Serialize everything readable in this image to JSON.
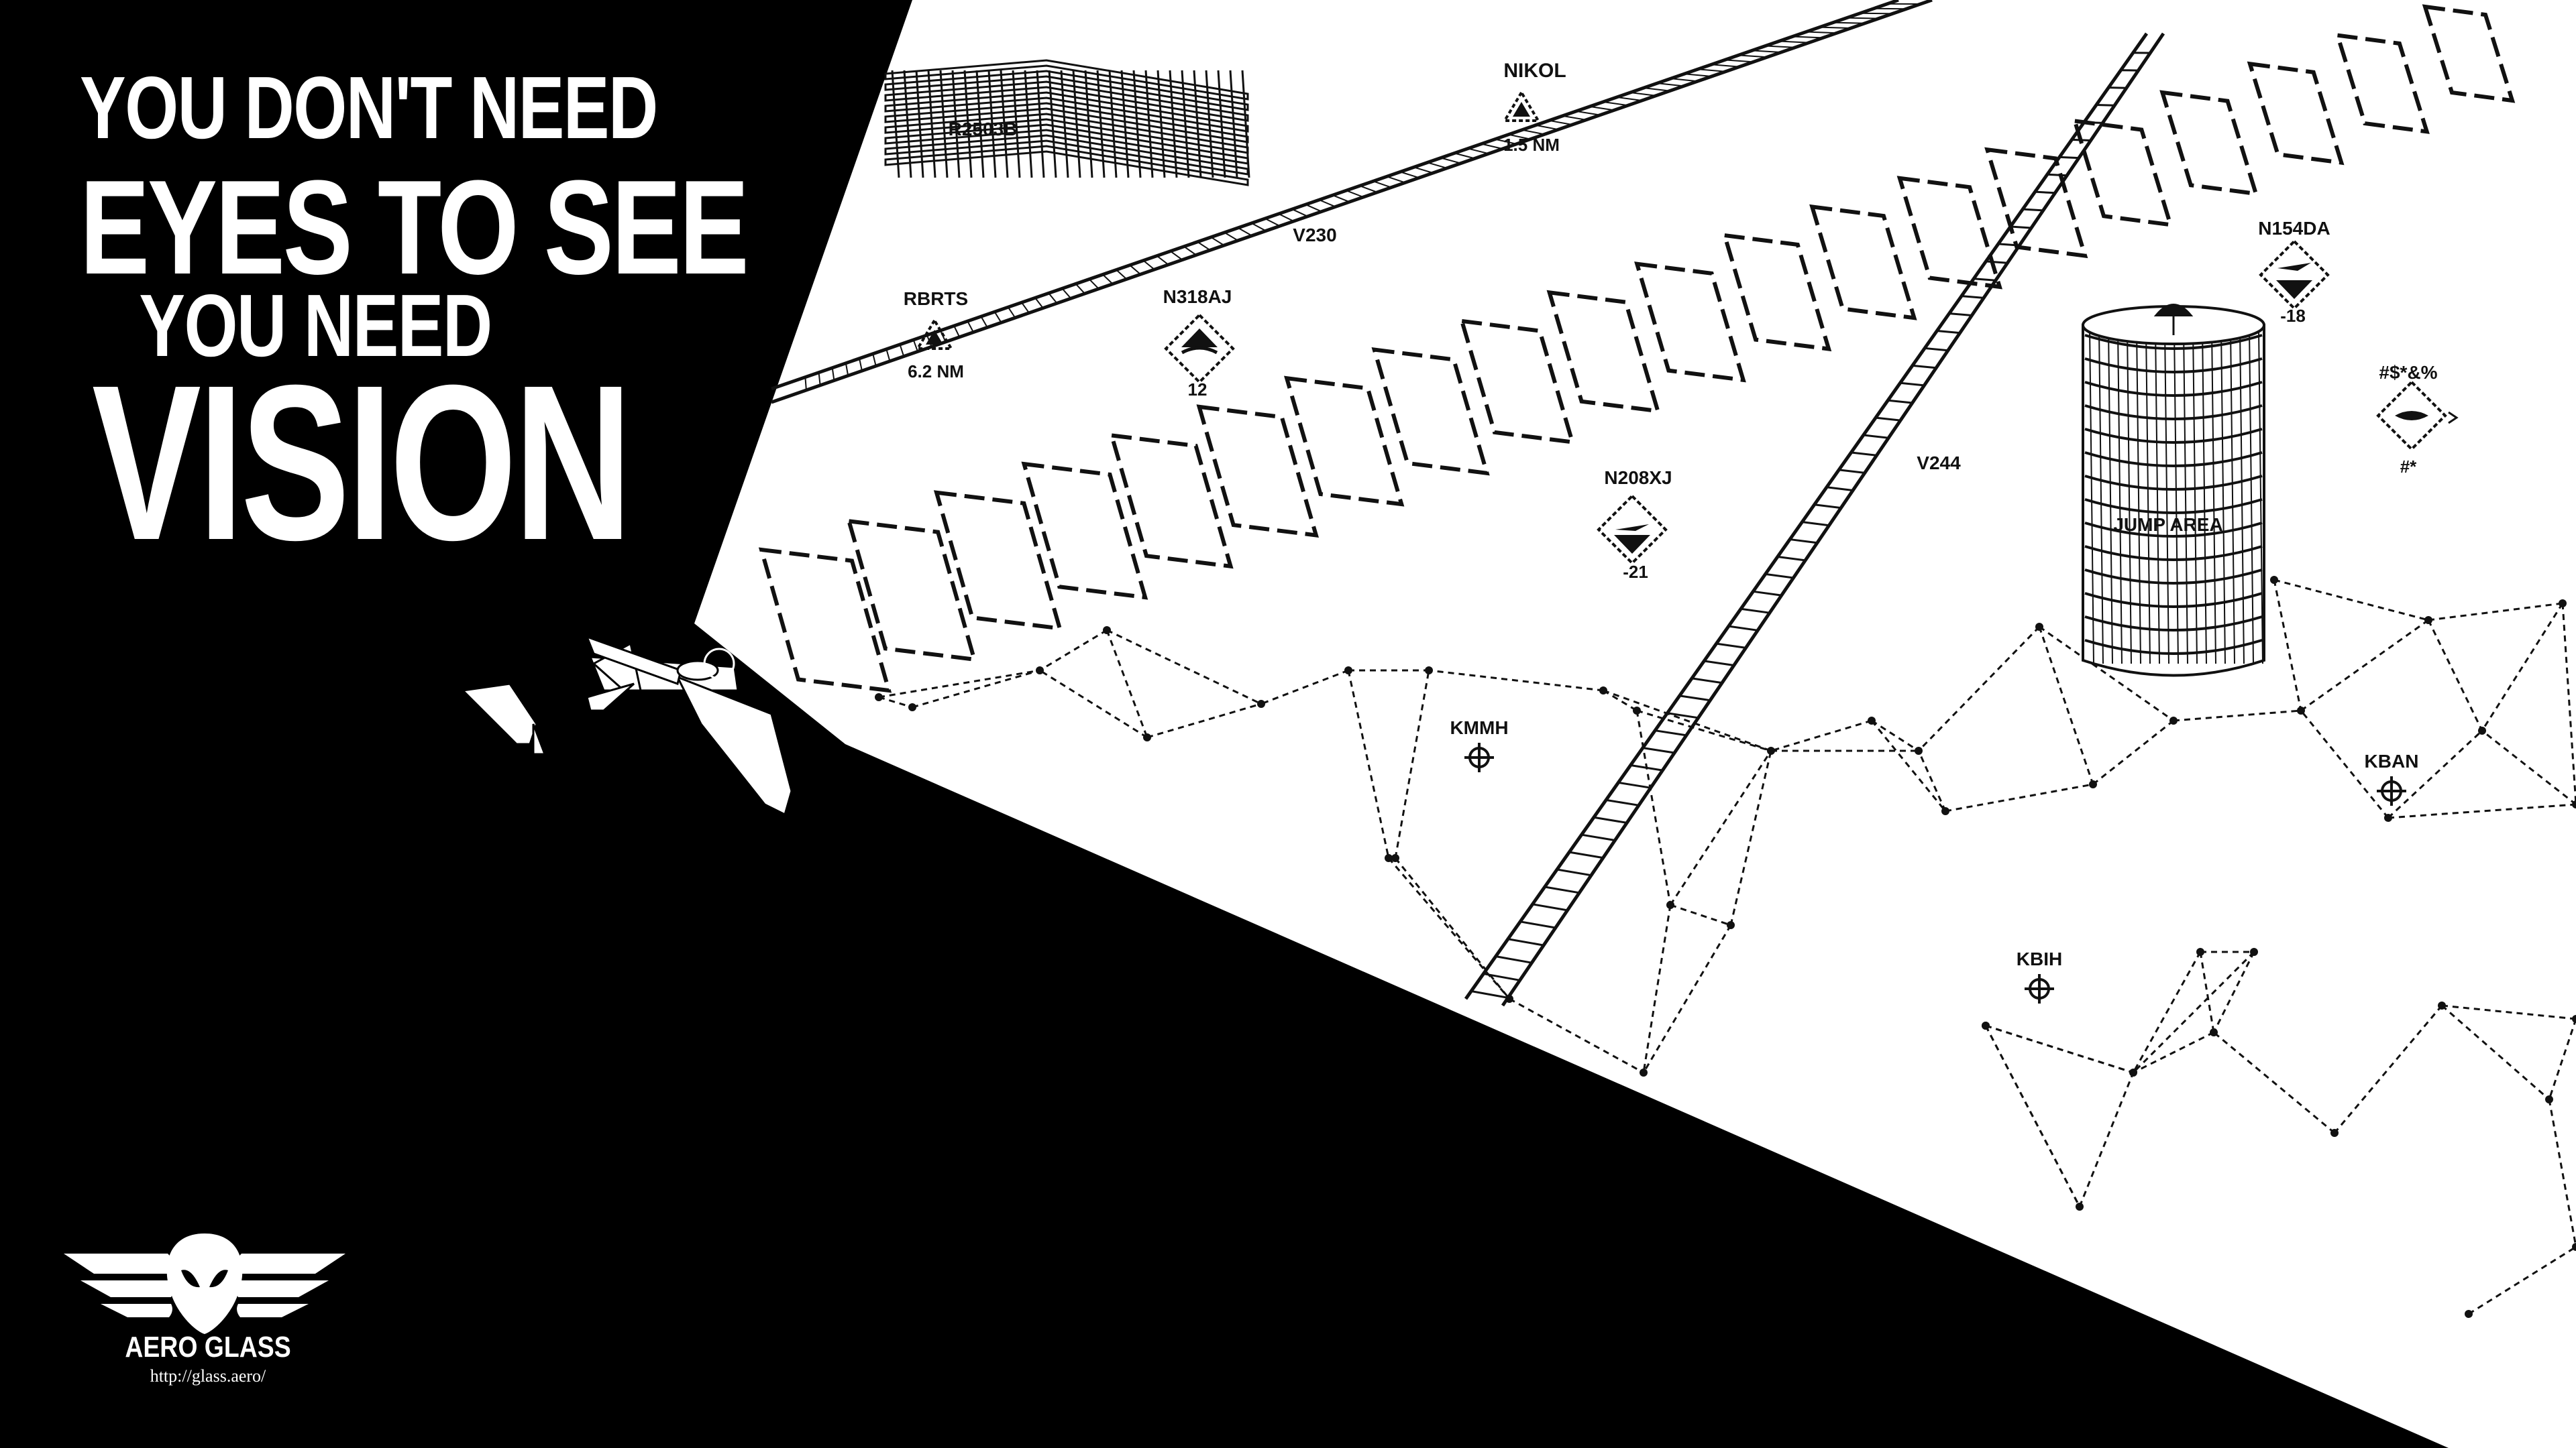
{
  "headline": {
    "line1": "YOU DON'T NEED",
    "line2": "EYES TO SEE",
    "line3": "YOU NEED",
    "line4": "VISION"
  },
  "brand": {
    "name": "AERO GLASS",
    "url": "http://glass.aero/"
  },
  "colors": {
    "background": "#000000",
    "map": "#ffffff",
    "ink": "#111111"
  },
  "map_labels": {
    "restricted_area": "R2503B",
    "waypoint_nikol": {
      "name": "NIKOL",
      "distance": "1.5 NM"
    },
    "waypoint_rbrts": {
      "name": "RBRTS",
      "distance": "6.2 NM"
    },
    "airway_v230": "V230",
    "airway_v244": "V244",
    "traffic": [
      {
        "callsign": "N318AJ",
        "altitude": "12"
      },
      {
        "callsign": "N208XJ",
        "altitude": "-21"
      },
      {
        "callsign": "N154DA",
        "altitude": "-18"
      },
      {
        "callsign": "#$*&%",
        "altitude": "#*"
      }
    ],
    "jump_area": "JUMP AREA",
    "airports": [
      "KMMH",
      "KBIH",
      "KBAN"
    ]
  }
}
